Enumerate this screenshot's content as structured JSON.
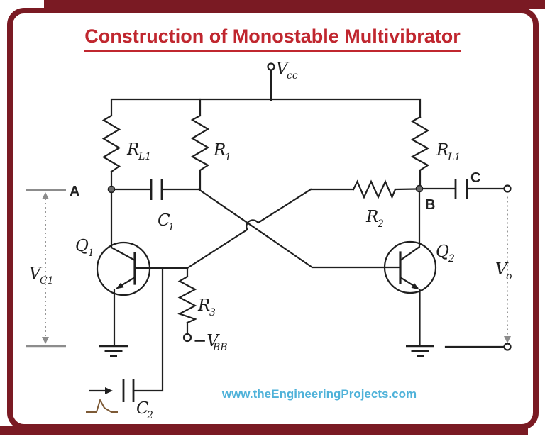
{
  "page": {
    "title": "Construction of Monostable Multivibrator",
    "website": "www.theEngineeringProjects.com"
  },
  "colors": {
    "border": "#7a1a23",
    "title": "#c0272f",
    "website": "#4fb2d9",
    "wire": "#1f1f1f",
    "measure": "#8c8c8c",
    "pulse": "#7d5a36"
  },
  "labels": {
    "vcc": {
      "main": "V",
      "sub": "cc"
    },
    "rl1_left": {
      "main": "R",
      "sub": "L1"
    },
    "r1": {
      "main": "R",
      "sub": "1"
    },
    "rl1_right": {
      "main": "R",
      "sub": "L1"
    },
    "r2": {
      "main": "R",
      "sub": "2"
    },
    "r3": {
      "main": "R",
      "sub": "3"
    },
    "c1": {
      "main": "C",
      "sub": "1"
    },
    "c2": {
      "main": "C",
      "sub": "2"
    },
    "q1": {
      "main": "Q",
      "sub": "1"
    },
    "q2": {
      "main": "Q",
      "sub": "2"
    },
    "vbb": {
      "main": "−V",
      "sub": "BB"
    },
    "vc1": {
      "main": "V",
      "sub": "C1"
    },
    "vo": {
      "main": "V",
      "sub": "o"
    },
    "node_a": "A",
    "node_b": "B",
    "node_c": "C"
  }
}
